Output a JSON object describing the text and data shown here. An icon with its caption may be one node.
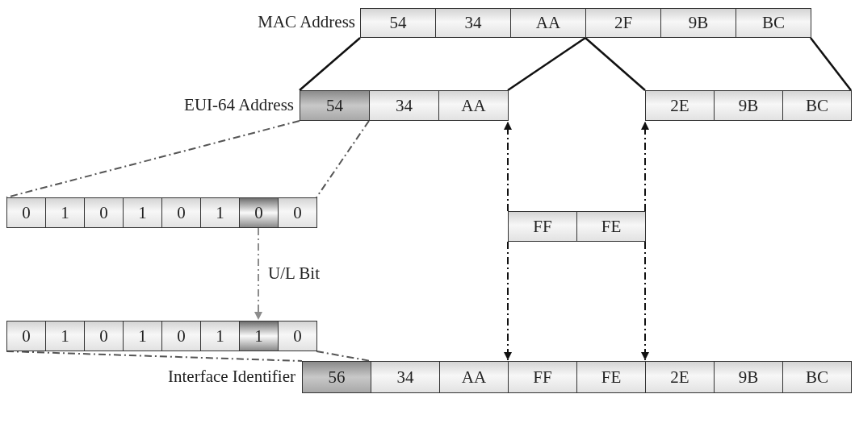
{
  "diagram": {
    "nodes": [
      {
        "text": [
          "54"
        ]
      },
      {
        "text": [
          "34"
        ]
      },
      {
        "text": [
          "AA"
        ]
      },
      {
        "text": [
          "2F"
        ]
      },
      {
        "text": [
          "9B"
        ]
      },
      {
        "text": [
          "BC"
        ]
      },
      {
        "text": [
          "54"
        ]
      },
      {
        "text": [
          "34"
        ]
      },
      {
        "text": [
          "AA"
        ]
      },
      {
        "text": [
          "2E"
        ]
      },
      {
        "text": [
          "9B"
        ]
      },
      {
        "text": [
          "BC"
        ]
      },
      {
        "text": [
          "0"
        ]
      },
      {
        "text": [
          "1"
        ]
      },
      {
        "text": [
          "0"
        ]
      },
      {
        "text": [
          "1"
        ]
      },
      {
        "text": [
          "0"
        ]
      },
      {
        "text": [
          "1"
        ]
      },
      {
        "text": [
          "0"
        ]
      },
      {
        "text": [
          "0"
        ]
      },
      {
        "text": [
          "FF"
        ]
      },
      {
        "text": [
          "FE"
        ]
      },
      {
        "text": [
          "0"
        ]
      },
      {
        "text": [
          "1"
        ]
      },
      {
        "text": [
          "0"
        ]
      },
      {
        "text": [
          "1"
        ]
      },
      {
        "text": [
          "0"
        ]
      },
      {
        "text": [
          "1"
        ]
      },
      {
        "text": [
          "1"
        ]
      },
      {
        "text": [
          "0"
        ]
      },
      {
        "text": [
          "56"
        ]
      },
      {
        "text": [
          "34"
        ]
      },
      {
        "text": [
          "AA"
        ]
      },
      {
        "text": [
          "FF"
        ]
      },
      {
        "text": [
          "FE"
        ]
      },
      {
        "text": [
          "2E"
        ]
      },
      {
        "text": [
          "9B"
        ]
      },
      {
        "text": [
          "BC"
        ]
      }
    ],
    "edges": [
      {
        "from": 18,
        "to": 28,
        "arrow": "to",
        "label": "U/L Bit",
        "style": "dashed",
        "color": "#8c8c8c"
      },
      {
        "from": 20,
        "to": 8,
        "arrow": "to",
        "style": "dashed"
      },
      {
        "from": 20,
        "to": 33,
        "arrow": "to",
        "style": "dashed"
      },
      {
        "from": 21,
        "to": 9,
        "arrow": "to",
        "style": "dashed"
      },
      {
        "from": 21,
        "to": 34,
        "arrow": "to",
        "style": "dashed"
      },
      {
        "from": 0,
        "to": 6,
        "arrow": "none"
      },
      {
        "from": 2,
        "to": 8,
        "arrow": "none"
      },
      {
        "from": 2,
        "to": 9,
        "arrow": "none"
      },
      {
        "from": 5,
        "to": 11,
        "arrow": "none"
      },
      {
        "from": 6,
        "to": 12,
        "arrow": "none",
        "style": "dashed",
        "color": "#555555"
      },
      {
        "from": 6,
        "to": 19,
        "arrow": "none",
        "style": "dashed",
        "color": "#555555"
      },
      {
        "from": 22,
        "to": 30,
        "arrow": "none",
        "style": "dashed",
        "color": "#555555"
      },
      {
        "from": 29,
        "to": 30,
        "arrow": "none",
        "style": "dashed",
        "color": "#555555"
      }
    ],
    "labels": [
      "MAC Address",
      "EUI-64 Address",
      "Interface Identifier"
    ]
  }
}
